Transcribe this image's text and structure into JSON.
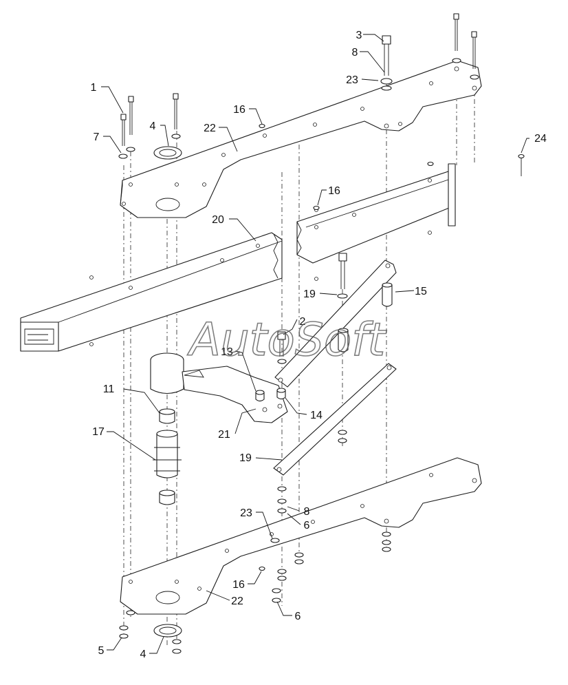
{
  "watermark": "AutoSoft",
  "callouts": [
    {
      "id": "c1",
      "label": "1"
    },
    {
      "id": "c2",
      "label": "2"
    },
    {
      "id": "c3",
      "label": "3"
    },
    {
      "id": "c4a",
      "label": "4"
    },
    {
      "id": "c4b",
      "label": "4"
    },
    {
      "id": "c5",
      "label": "5"
    },
    {
      "id": "c6a",
      "label": "6"
    },
    {
      "id": "c6b",
      "label": "6"
    },
    {
      "id": "c7",
      "label": "7"
    },
    {
      "id": "c8a",
      "label": "8"
    },
    {
      "id": "c8b",
      "label": "8"
    },
    {
      "id": "c11",
      "label": "11"
    },
    {
      "id": "c13",
      "label": "13"
    },
    {
      "id": "c14",
      "label": "14"
    },
    {
      "id": "c15",
      "label": "15"
    },
    {
      "id": "c16a",
      "label": "16"
    },
    {
      "id": "c16b",
      "label": "16"
    },
    {
      "id": "c16c",
      "label": "16"
    },
    {
      "id": "c17",
      "label": "17"
    },
    {
      "id": "c19a",
      "label": "19"
    },
    {
      "id": "c19b",
      "label": "19"
    },
    {
      "id": "c20",
      "label": "20"
    },
    {
      "id": "c21",
      "label": "21"
    },
    {
      "id": "c22a",
      "label": "22"
    },
    {
      "id": "c22b",
      "label": "22"
    },
    {
      "id": "c23a",
      "label": "23"
    },
    {
      "id": "c23b",
      "label": "23"
    },
    {
      "id": "c24",
      "label": "24"
    }
  ]
}
